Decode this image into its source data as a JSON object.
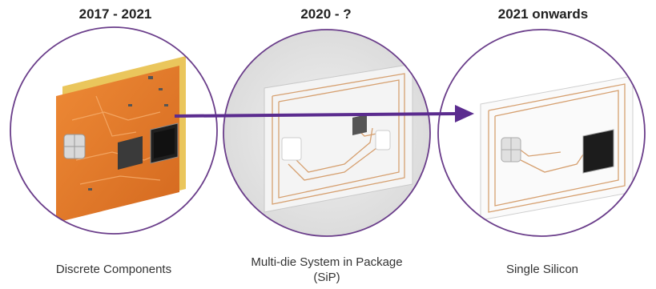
{
  "stages": [
    {
      "period": "2017 - 2021",
      "caption": "Discrete Components"
    },
    {
      "period": "2020 - ?",
      "caption": "Multi-die System in Package (SiP)"
    },
    {
      "period": "2021 onwards",
      "caption": "Single Silicon"
    }
  ],
  "colors": {
    "arrow": "#5b2c8f",
    "circle_outline": "#6a3d8a",
    "pcb": "#e07a2c",
    "gold_frame": "#e8c04a"
  }
}
